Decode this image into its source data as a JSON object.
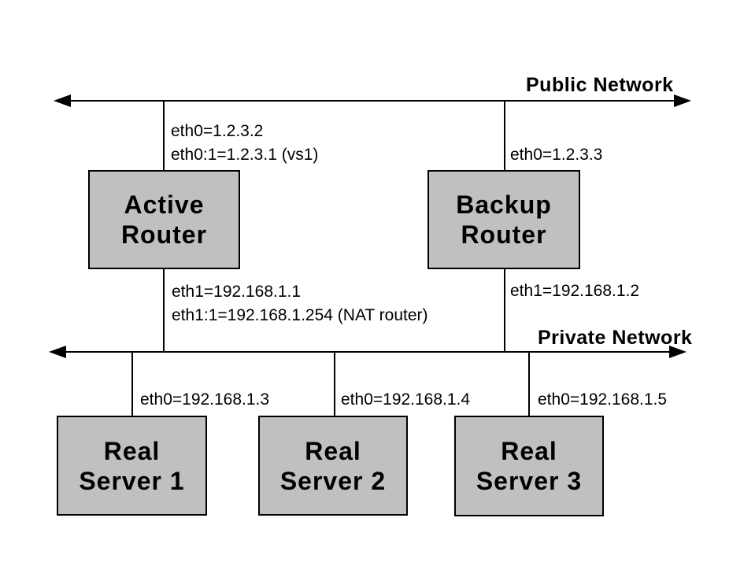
{
  "colors": {
    "background": "#ffffff",
    "box_fill": "#c0c0c0",
    "line": "#000000",
    "text": "#000000"
  },
  "networks": {
    "public": {
      "label": "Public Network"
    },
    "private": {
      "label": "Private Network"
    }
  },
  "nodes": {
    "active_router": {
      "line1": "Active",
      "line2": "Router"
    },
    "backup_router": {
      "line1": "Backup",
      "line2": "Router"
    },
    "real_server_1": {
      "line1": "Real",
      "line2": "Server 1"
    },
    "real_server_2": {
      "line1": "Real",
      "line2": "Server 2"
    },
    "real_server_3": {
      "line1": "Real",
      "line2": "Server 3"
    }
  },
  "interfaces": {
    "active_eth0_line1": "eth0=1.2.3.2",
    "active_eth0_line2": "eth0:1=1.2.3.1 (vs1)",
    "backup_eth0": "eth0=1.2.3.3",
    "active_eth1_line1": "eth1=192.168.1.1",
    "active_eth1_line2": "eth1:1=192.168.1.254 (NAT router)",
    "backup_eth1": "eth1=192.168.1.2",
    "rs1_eth0": "eth0=192.168.1.3",
    "rs2_eth0": "eth0=192.168.1.4",
    "rs3_eth0": "eth0=192.168.1.5"
  }
}
